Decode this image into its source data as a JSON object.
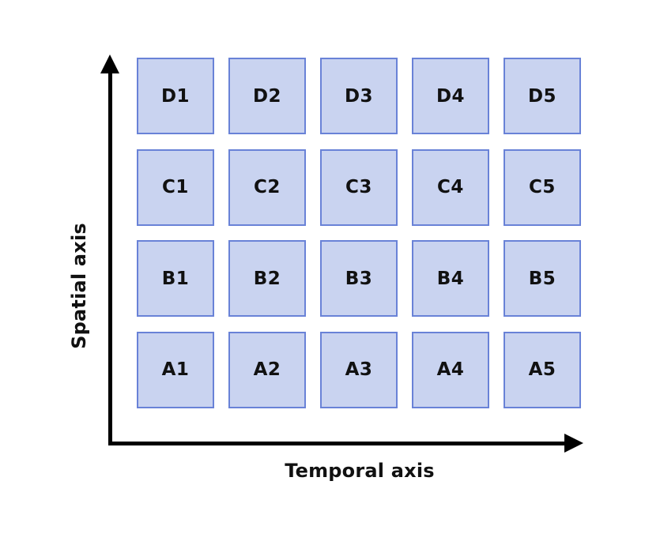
{
  "axes": {
    "y_label": "Spatial axis",
    "x_label": "Temporal axis"
  },
  "grid": {
    "rows": [
      [
        "D1",
        "D2",
        "D3",
        "D4",
        "D5"
      ],
      [
        "C1",
        "C2",
        "C3",
        "C4",
        "C5"
      ],
      [
        "B1",
        "B2",
        "B3",
        "B4",
        "B5"
      ],
      [
        "A1",
        "A2",
        "A3",
        "A4",
        "A5"
      ]
    ]
  },
  "colors": {
    "cell_fill": "#C9D3F0",
    "cell_border": "#6982D7",
    "axis_color": "#000000",
    "label_color": "#111111"
  }
}
